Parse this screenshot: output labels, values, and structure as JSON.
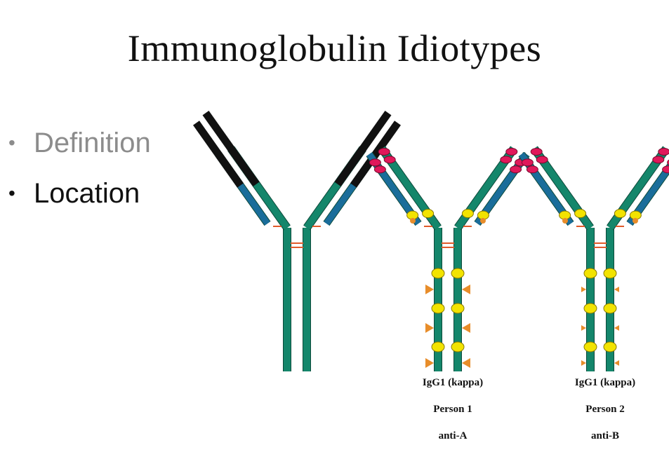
{
  "title": "Immunoglobulin Idiotypes",
  "bullets": [
    {
      "label": "Definition",
      "state": "dimmed"
    },
    {
      "label": "Location",
      "state": "active"
    }
  ],
  "antibodies": [
    {
      "lines": [
        "",
        "",
        ""
      ]
    },
    {
      "lines": [
        "IgG1 (kappa)",
        "Person 1",
        "anti-A"
      ]
    },
    {
      "lines": [
        "IgG1 (kappa)",
        "Person 2",
        "anti-B"
      ]
    }
  ],
  "colors": {
    "heavy_chain": "#14866b",
    "light_chain": "#1a6d9a",
    "hypervariable_tip": "#111111",
    "idiotype_marker": "#e0185a",
    "allotype_marker": "#f2e300",
    "isotype_marker": "#e88d2a",
    "disulfide": "#e05a2a"
  }
}
